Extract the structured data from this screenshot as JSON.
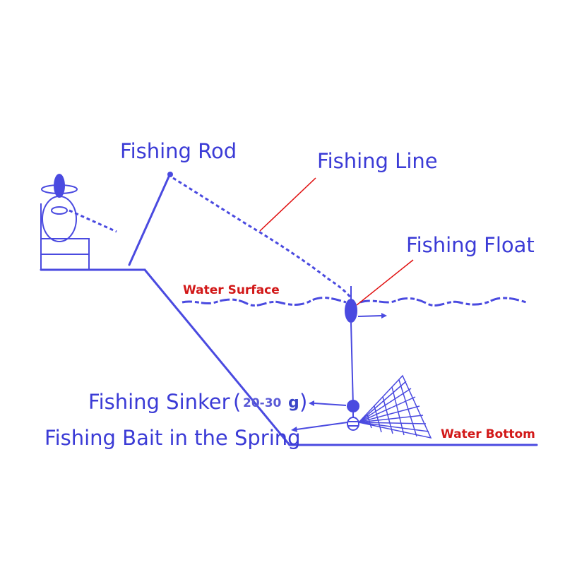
{
  "labels": {
    "fishing_rod": "Fishing Rod",
    "fishing_line": "Fishing Line",
    "fishing_float": "Fishing Float",
    "water_surface": "Water Surface",
    "fishing_sinker": "Fishing Sinker",
    "sinker_weight_open": "(",
    "sinker_weight_value": "20-30",
    "sinker_weight_unit": "g",
    "sinker_weight_close": ")",
    "fishing_bait": "Fishing Bait in the Spring",
    "water_bottom": "Water Bottom"
  },
  "colors": {
    "diagram_blue": "#4a4ae0",
    "label_blue": "#3b3bd6",
    "label_red": "#d21818",
    "leader_red": "#e01010"
  }
}
